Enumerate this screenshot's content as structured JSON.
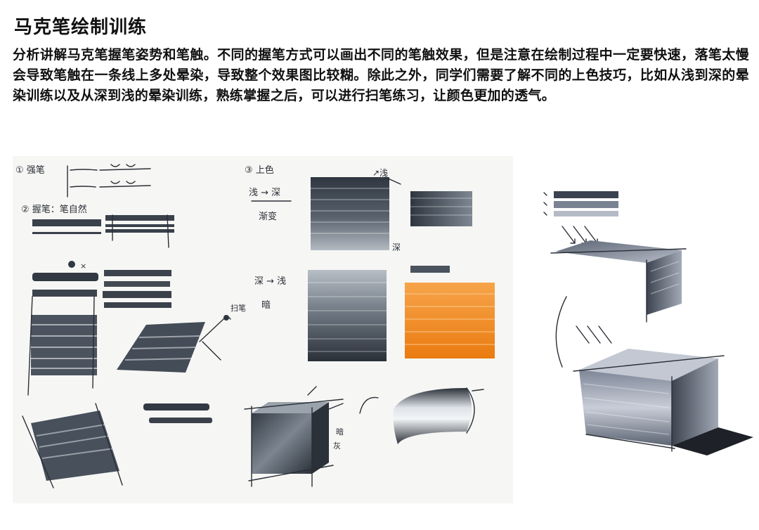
{
  "doc": {
    "title": "马克笔绘制训练",
    "paragraph": "分析讲解马克笔握笔姿势和笔触。不同的握笔方式可以画出不同的笔触效果，但是注意在绘制过程中一定要快速，落笔太慢会导致笔触在一条线上多处晕染，导致整个效果图比较糊。除此之外，同学们需要了解不同的上色技巧，比如从浅到深的晕染训练以及从深到浅的晕染训练，熟练掌握之后，可以进行扫笔练习，让颜色更加的透气。"
  },
  "sketch_notes": {
    "n1": "① 强笔",
    "n2": "③ 上色",
    "n3": "浅 → 深",
    "n4": "渐变",
    "n5": "↗浅",
    "n6": "深",
    "n7": "深 → 浅",
    "n8": "② 握笔：笔自然",
    "n9": "扫笔",
    "n10": "暗",
    "n11": "灰"
  },
  "colors": {
    "marker_dark": "#2f3640",
    "marker_mid": "#5a6470",
    "marker_light": "#a9b0b8",
    "marker_orange": "#f08a1c",
    "paper": "#f6f6f4"
  }
}
